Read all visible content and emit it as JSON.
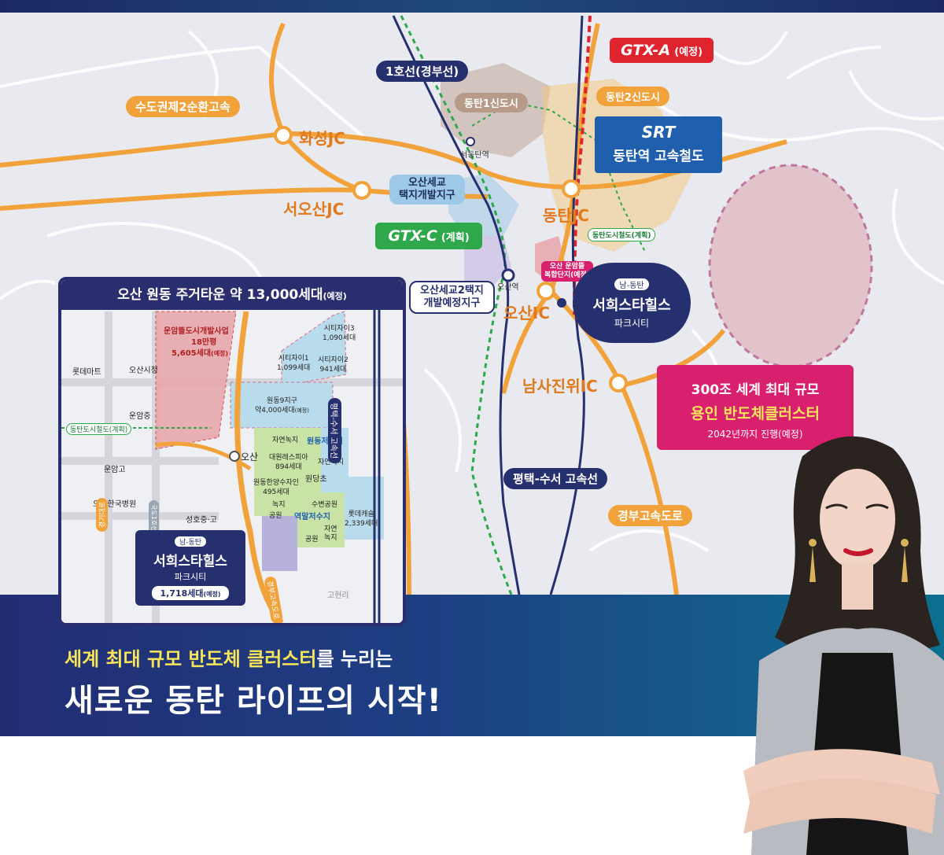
{
  "colors": {
    "navy": "#27306e",
    "orange": "#f2a23b",
    "gtx_a": "#e0242e",
    "gtx_c": "#2ea84a",
    "srt": "#1f5fae",
    "pink_box": "#d8206e",
    "highlight_yellow": "#f6e45a"
  },
  "map": {
    "roads": {
      "ring2": "수도권제2순환고속",
      "line1": "1호선(경부선)",
      "pyeongtaek_line": "평택-수서 고속선",
      "gyeongbu": "경부고속도로"
    },
    "junctions": {
      "hwaseong": "화성JC",
      "seo_osan": "서오산JC",
      "dongtan": "동탄JC",
      "osan_ic": "오산IC",
      "namsa": "남사진위IC"
    },
    "stations": {
      "seodongtan": "서동탄역",
      "osan": "오산역"
    },
    "districts": {
      "dongtan1": "동탄1신도시",
      "dongtan2": "동탄2신도시",
      "osan_segyo": "오산세교\n택지개발지구",
      "osan_segyo2": "오산세교2택지\n개발예정지구",
      "dongtan_rail": "동탄도시철도(계획)",
      "osan_complex": "오산 운암뜰\n복합단지(예정)"
    },
    "gtx_a": {
      "logo": "GTX-A",
      "note": "(예정)"
    },
    "gtx_c": {
      "logo": "GTX-C",
      "note": "(계획)"
    },
    "srt": {
      "logo": "SRT",
      "label": "동탄역 고속철도"
    },
    "project": {
      "badge": "남-동탄",
      "name": "서희스타힐스",
      "sub": "파크시티"
    },
    "cluster": {
      "line1": "300조 세계 최대 규모",
      "line2": "용인 반도체클러스터",
      "line3": "2042년까지 진행(예정)"
    }
  },
  "inset": {
    "title": "오산 원동 주거타운 약 13,000세대",
    "title_note": "(예정)",
    "labels": {
      "unam_dev": "운암뜰도시개발사업",
      "unam_area": "18만평",
      "unam_units": "5,605세대",
      "unam_note": "(예정)",
      "lotte_mart": "롯데마트",
      "osan_city_hall": "오산시청",
      "unam_middle": "운암중",
      "rail_plan": "동탄도시철도(계획)",
      "unam_high": "운암고",
      "osan_hospital": "오산한국병원",
      "seongho": "성호중·고",
      "cityzen3": "시티자이3",
      "cityzen3_units": "1,090세대",
      "cityzen1": "시티자이1",
      "cityzen1_units": "1,099세대",
      "cityzen2": "시티자이2",
      "cityzen2_units": "941세대",
      "wondong9": "원동9지구",
      "wondong9_units": "약4,000세대",
      "wondong9_note": "(예정)",
      "nature1": "자연녹지",
      "wondong_reservoir": "원동저수지",
      "ic_osan": "오산",
      "daewon": "대원레스피아",
      "daewon_units": "894세대",
      "nature2": "자연녹지",
      "wondang": "원당초",
      "wondong_hanyang": "원동한양수자인",
      "hanyang_units": "495세대",
      "green": "녹지",
      "subyeon_park": "수변공원",
      "park1": "공원",
      "yeokmal_reservoir": "역말저수지",
      "lotte_castle": "롯데캐슬",
      "lotte_units": "2,339세대",
      "park2": "공원",
      "nature3": "자연\n녹지",
      "gohyeon": "고현리",
      "expressway_vertical": "평택-수서 고속선",
      "gyeongbu_vertical": "경부고속도로",
      "gyeonggi_road": "경기대로",
      "national_road": "국도1호선"
    },
    "project": {
      "badge": "남-동탄",
      "name": "서희스타힐스",
      "sub": "파크시티",
      "units": "1,718세대",
      "units_note": "(예정)"
    }
  },
  "banner": {
    "line1_highlight": "세계 최대 규모 반도체 클러스터",
    "line1_rest": "를 누리는",
    "line2": "새로운 동탄 라이프의 시작!"
  }
}
